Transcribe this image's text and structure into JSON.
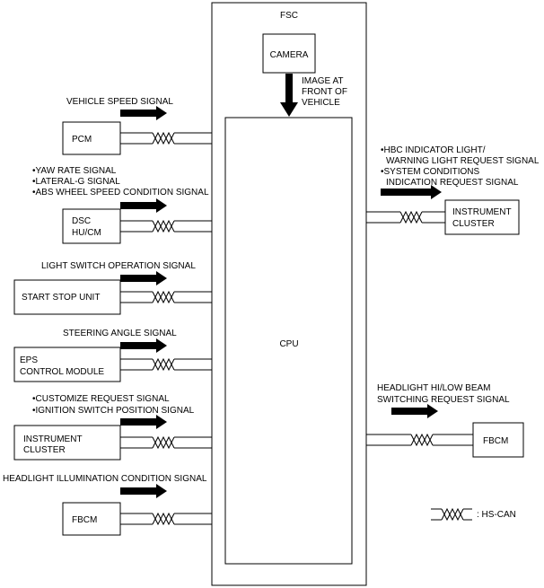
{
  "fsc": {
    "label": "FSC",
    "camera": "CAMERA",
    "image_label": [
      "IMAGE AT",
      "FRONT OF",
      "VEHICLE"
    ],
    "cpu": "CPU"
  },
  "inputs": [
    {
      "module": [
        "PCM"
      ],
      "signals": [
        "VEHICLE SPEED SIGNAL"
      ]
    },
    {
      "module": [
        "DSC",
        "HU/CM"
      ],
      "signals": [
        "•YAW RATE SIGNAL",
        "•LATERAL-G SIGNAL",
        "•ABS WHEEL SPEED CONDITION SIGNAL"
      ]
    },
    {
      "module": [
        "START STOP UNIT"
      ],
      "signals": [
        "LIGHT SWITCH OPERATION SIGNAL"
      ]
    },
    {
      "module": [
        "EPS",
        "CONTROL MODULE"
      ],
      "signals": [
        "STEERING ANGLE SIGNAL"
      ]
    },
    {
      "module": [
        "INSTRUMENT",
        "CLUSTER"
      ],
      "signals": [
        "•CUSTOMIZE REQUEST SIGNAL",
        "•IGNITION SWITCH POSITION SIGNAL"
      ]
    },
    {
      "module": [
        "FBCM"
      ],
      "signals": [
        "HEADLIGHT ILLUMINATION CONDITION SIGNAL"
      ]
    }
  ],
  "outputs": [
    {
      "module": [
        "INSTRUMENT",
        "CLUSTER"
      ],
      "signals": [
        "•HBC INDICATOR LIGHT/",
        "WARNING LIGHT REQUEST SIGNAL",
        "•SYSTEM CONDITIONS",
        "INDICATION REQUEST SIGNAL"
      ]
    },
    {
      "module": [
        "FBCM"
      ],
      "signals": [
        "HEADLIGHT HI/LOW BEAM",
        "SWITCHING REQUEST SIGNAL"
      ]
    }
  ],
  "legend": {
    "label": ": HS-CAN"
  }
}
